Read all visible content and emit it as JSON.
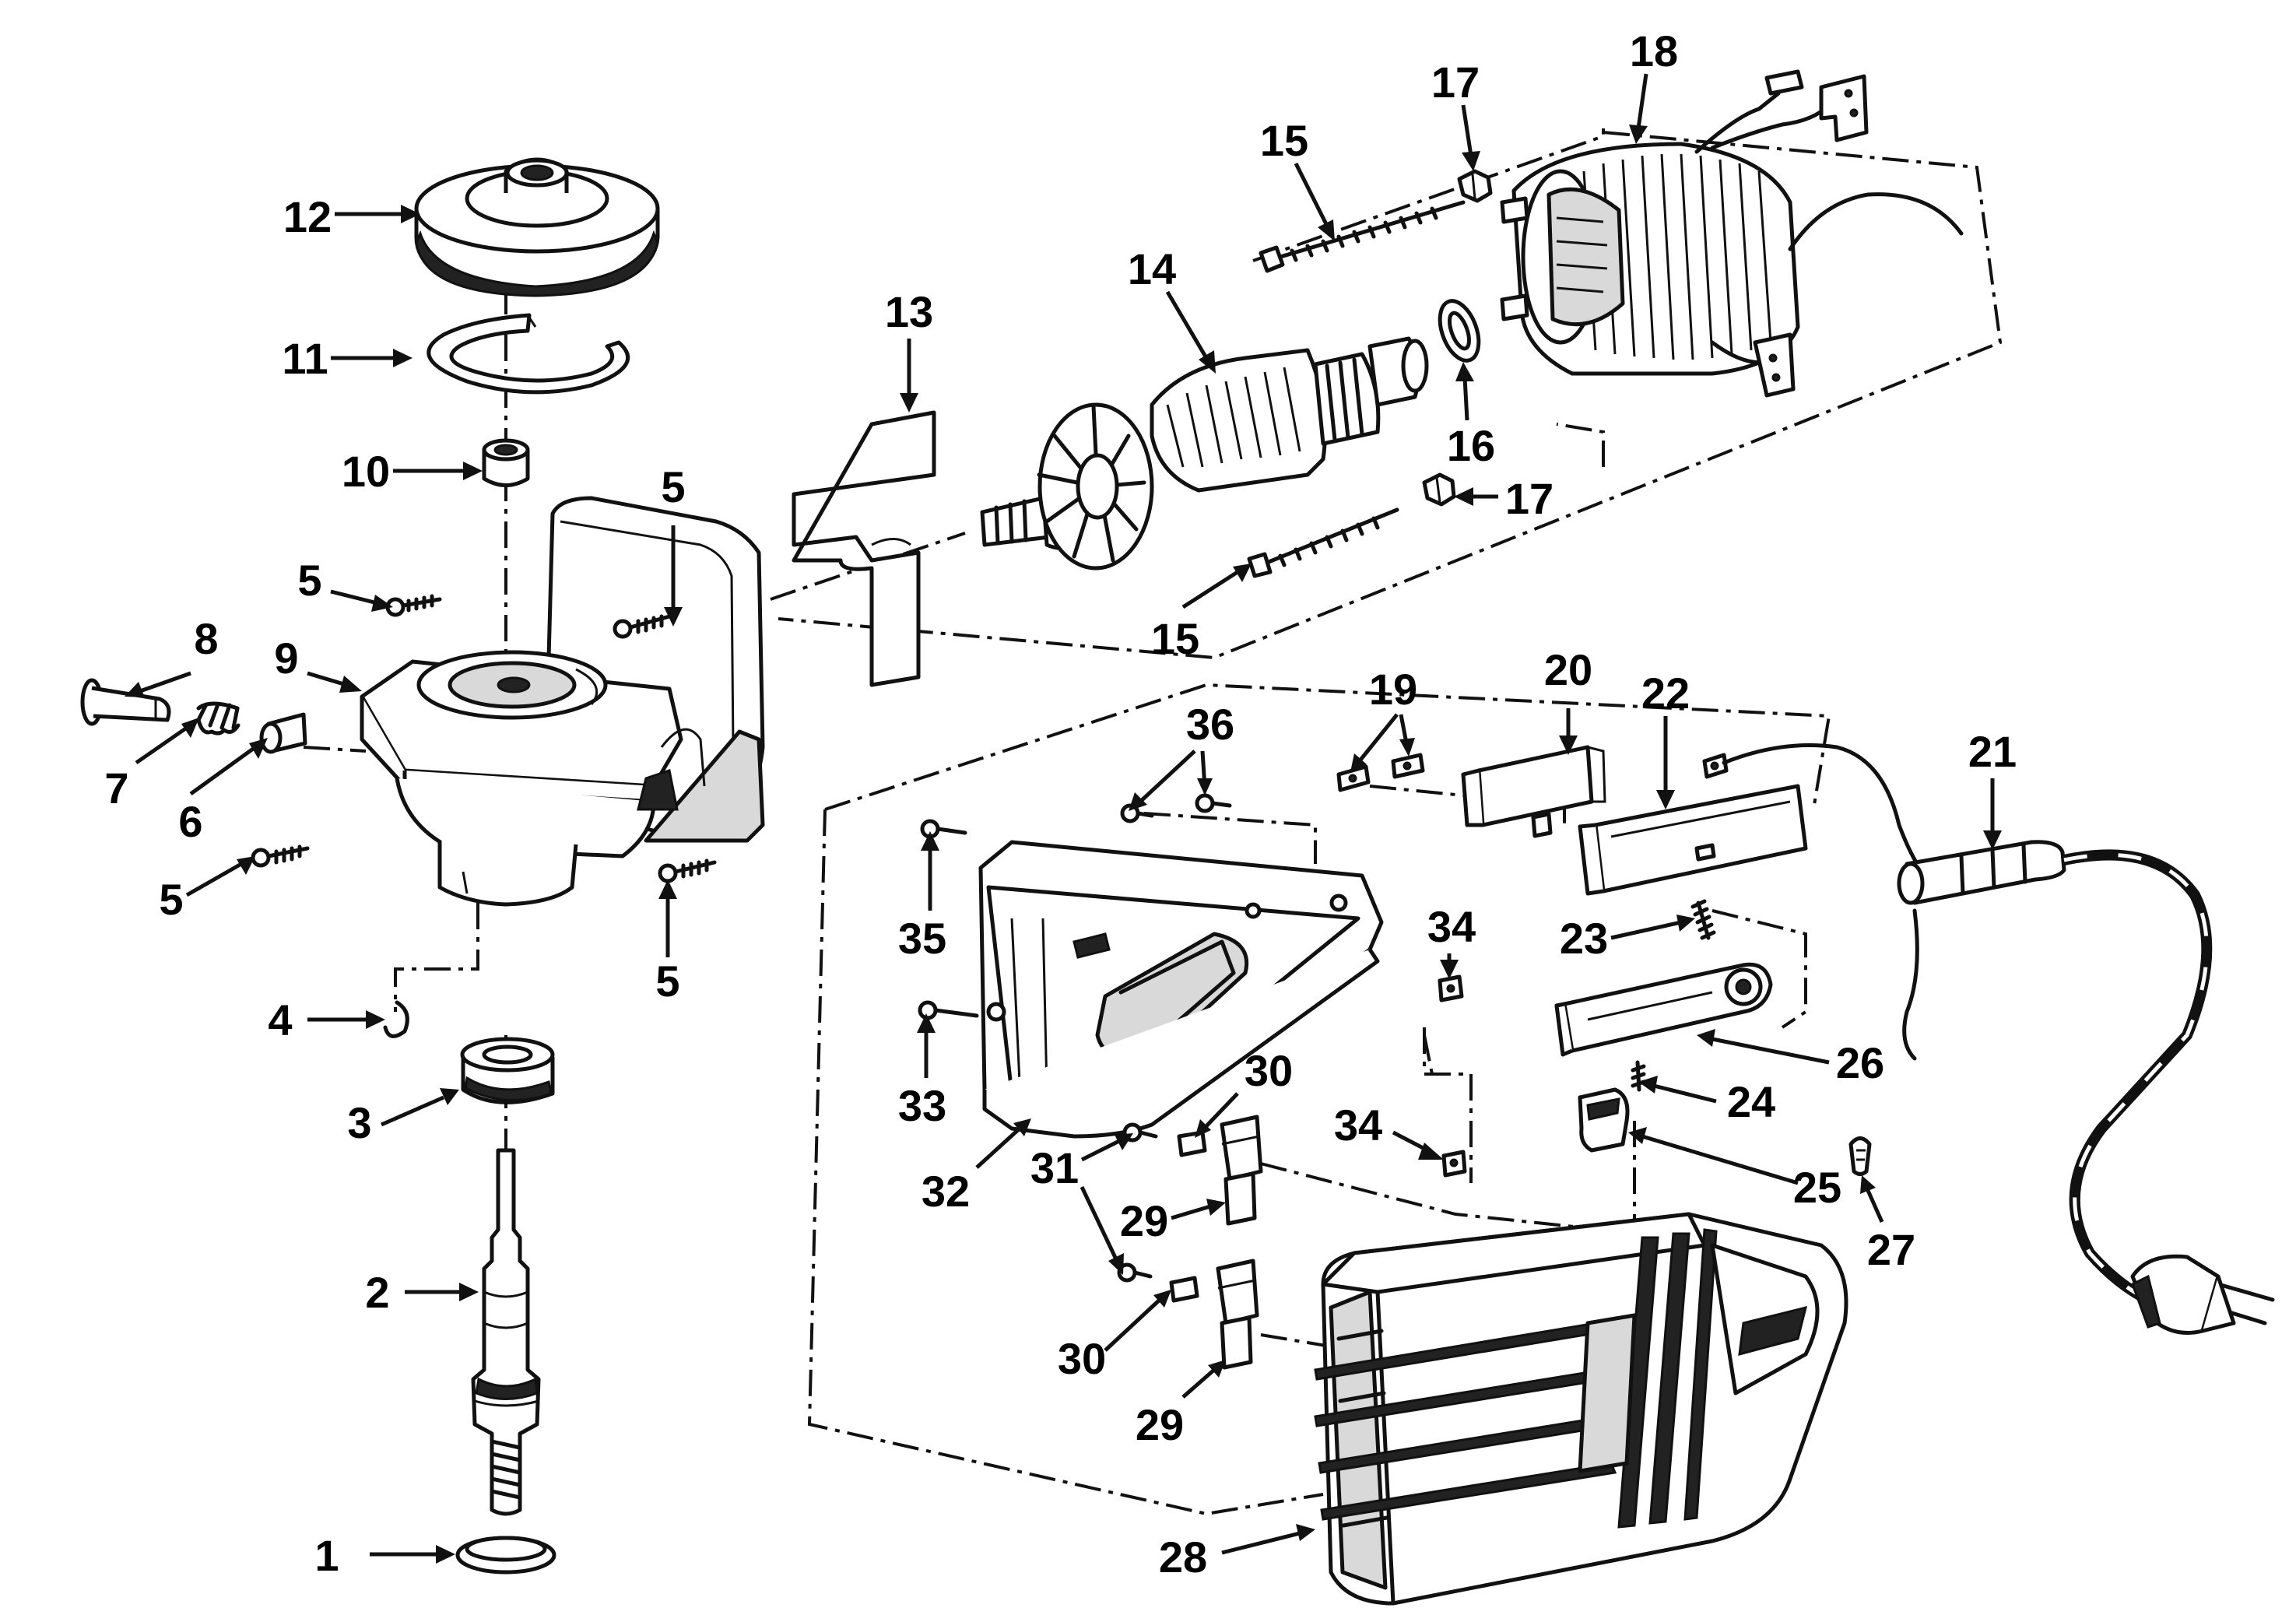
{
  "callouts": [
    {
      "id": "1",
      "text": "1"
    },
    {
      "id": "2",
      "text": "2"
    },
    {
      "id": "3",
      "text": "3"
    },
    {
      "id": "4",
      "text": "4"
    },
    {
      "id": "5a",
      "text": "5"
    },
    {
      "id": "5b",
      "text": "5"
    },
    {
      "id": "5c",
      "text": "5"
    },
    {
      "id": "5d",
      "text": "5"
    },
    {
      "id": "6",
      "text": "6"
    },
    {
      "id": "7",
      "text": "7"
    },
    {
      "id": "8",
      "text": "8"
    },
    {
      "id": "9",
      "text": "9"
    },
    {
      "id": "10",
      "text": "10"
    },
    {
      "id": "11",
      "text": "11"
    },
    {
      "id": "12",
      "text": "12"
    },
    {
      "id": "13",
      "text": "13"
    },
    {
      "id": "14",
      "text": "14"
    },
    {
      "id": "15a",
      "text": "15"
    },
    {
      "id": "15b",
      "text": "15"
    },
    {
      "id": "16",
      "text": "16"
    },
    {
      "id": "17a",
      "text": "17"
    },
    {
      "id": "17b",
      "text": "17"
    },
    {
      "id": "18",
      "text": "18"
    },
    {
      "id": "19",
      "text": "19"
    },
    {
      "id": "20",
      "text": "20"
    },
    {
      "id": "21",
      "text": "21"
    },
    {
      "id": "22",
      "text": "22"
    },
    {
      "id": "23",
      "text": "23"
    },
    {
      "id": "24",
      "text": "24"
    },
    {
      "id": "25",
      "text": "25"
    },
    {
      "id": "26",
      "text": "26"
    },
    {
      "id": "27",
      "text": "27"
    },
    {
      "id": "28",
      "text": "28"
    },
    {
      "id": "29a",
      "text": "29"
    },
    {
      "id": "29b",
      "text": "29"
    },
    {
      "id": "30a",
      "text": "30"
    },
    {
      "id": "30b",
      "text": "30"
    },
    {
      "id": "31",
      "text": "31"
    },
    {
      "id": "32",
      "text": "32"
    },
    {
      "id": "33",
      "text": "33"
    },
    {
      "id": "34a",
      "text": "34"
    },
    {
      "id": "34b",
      "text": "34"
    },
    {
      "id": "35",
      "text": "35"
    },
    {
      "id": "36",
      "text": "36"
    }
  ]
}
